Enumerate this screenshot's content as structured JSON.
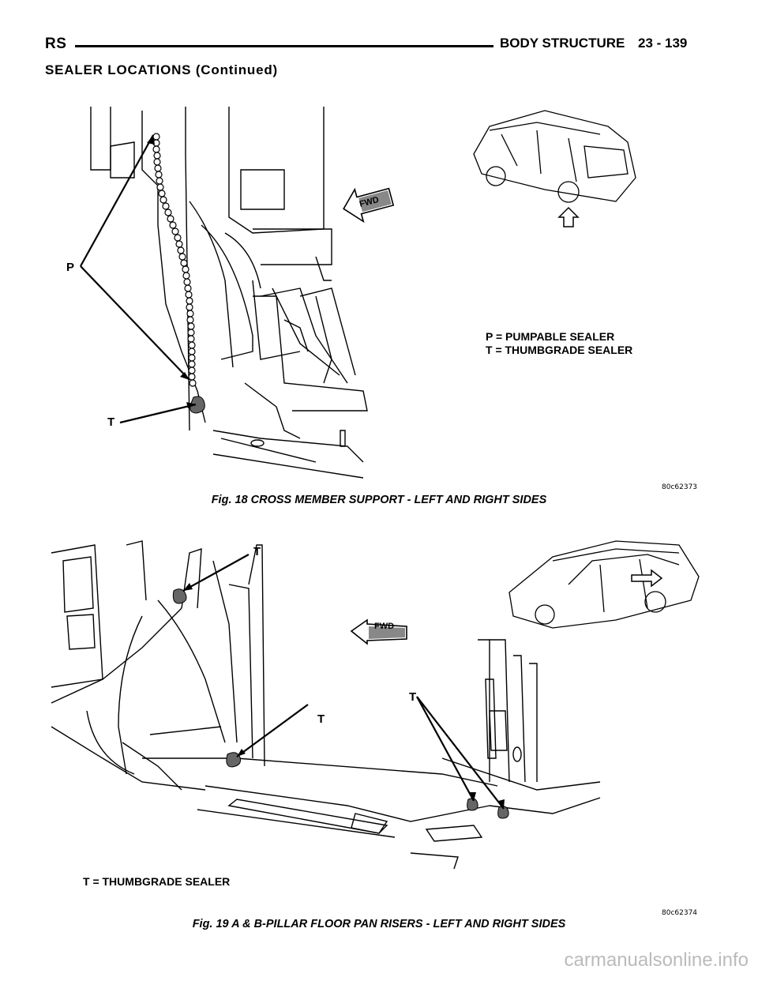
{
  "header": {
    "left": "RS",
    "title": "BODY STRUCTURE",
    "page": "23 - 139"
  },
  "section_title": "SEALER LOCATIONS (Continued)",
  "fig18": {
    "caption": "Fig. 18 CROSS MEMBER SUPPORT - LEFT AND RIGHT SIDES",
    "code": "80c62373",
    "legend_p": "P = PUMPABLE SEALER",
    "legend_t": "T = THUMBGRADE SEALER",
    "callout_p": "P",
    "callout_t": "T",
    "fwd": "FWD"
  },
  "fig19": {
    "caption": "Fig. 19 A & B-PILLAR FLOOR PAN RISERS - LEFT AND RIGHT SIDES",
    "code": "80c62374",
    "legend_t": "T = THUMBGRADE SEALER",
    "callout_t1": "T",
    "callout_t2": "T",
    "callout_t3": "T",
    "fwd": "FWD"
  },
  "watermark": "carmanualsonline.info"
}
